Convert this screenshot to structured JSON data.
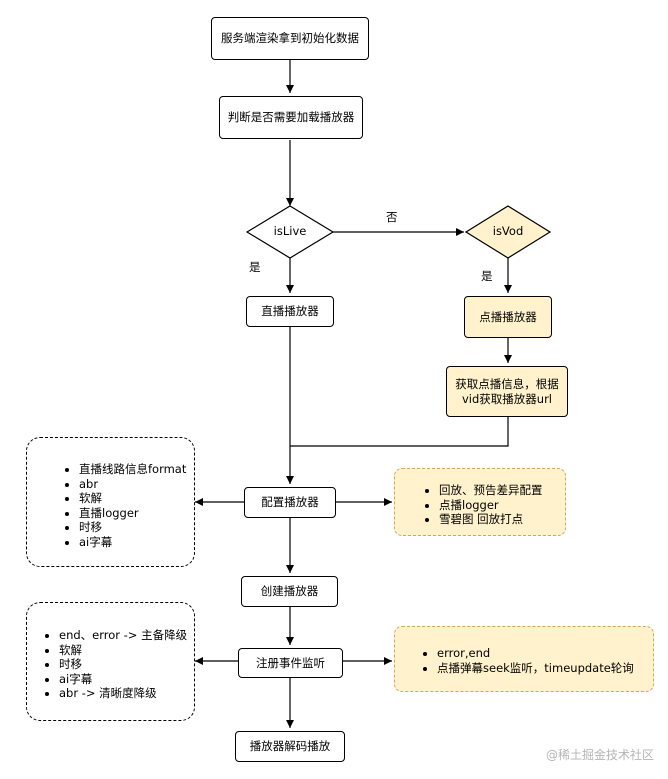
{
  "nodes": {
    "ssr_init": "服务端渲染拿到初始化数据",
    "need_player": "判断是否需要加载播放器",
    "is_live": "isLive",
    "is_vod": "isVod",
    "live_player": "直播播放器",
    "vod_player": "点播播放器",
    "vod_info": "获取点播信息，根据vid获取播放器url",
    "config_player": "配置播放器",
    "create_player": "创建播放器",
    "register_events": "注册事件监听",
    "decode_play": "播放器解码播放"
  },
  "edge_labels": {
    "no": "否",
    "yes_live": "是",
    "yes_vod": "是"
  },
  "notes": {
    "config_left": [
      "直播线路信息format",
      "abr",
      "软解",
      "直播logger",
      "时移",
      "ai字幕"
    ],
    "config_right": [
      "回放、预告差异配置",
      "点播logger",
      "雪碧图 回放打点"
    ],
    "events_left": [
      "end、error -> 主备降级",
      "软解",
      "时移",
      "ai字幕",
      "abr -> 清晰度降级"
    ],
    "events_right": [
      "error,end",
      "点播弹幕seek监听，timeupdate轮询"
    ]
  },
  "watermark": "@稀土掘金技术社区",
  "colors": {
    "highlight": "#fff2cc",
    "note_border": "#c9a95c",
    "line": "#000000"
  }
}
